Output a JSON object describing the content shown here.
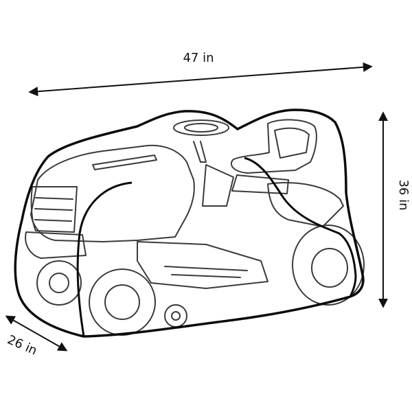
{
  "dimensions": {
    "length_label": "47 in",
    "height_label": "36 in",
    "depth_label": "26 in"
  },
  "colors": {
    "ink": "#111111",
    "cover_outline": "#0a0a0a",
    "tractor_line": "#3a3a3a",
    "background": "#ffffff"
  },
  "illustration": {
    "subject_icon": "riding-mower-cover-icon"
  }
}
